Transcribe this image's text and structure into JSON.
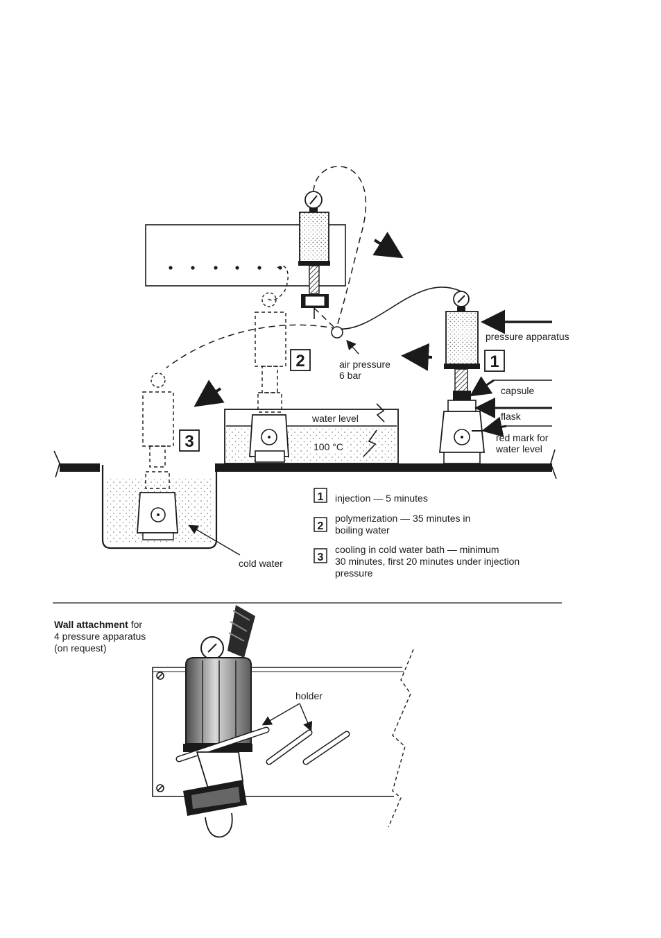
{
  "diagram": {
    "labels": {
      "pressure_apparatus": "pressure apparatus",
      "capsule": "capsule",
      "flask": "flask",
      "red_mark_line1": "red mark for",
      "red_mark_line2": "water level",
      "air_pressure_line1": "air pressure",
      "air_pressure_line2": "6 bar",
      "water_level": "water level",
      "temperature": "100 °C",
      "cold_water": "cold water"
    },
    "step_badges": [
      "1",
      "2",
      "3"
    ],
    "legend": [
      {
        "num": "1",
        "lines": [
          "injection — 5 minutes"
        ]
      },
      {
        "num": "2",
        "lines": [
          "polymerization — 35 minutes in",
          "boiling water"
        ]
      },
      {
        "num": "3",
        "lines": [
          "cooling in cold water bath — minimum",
          "30 minutes, first 20 minutes under injection",
          "pressure"
        ]
      }
    ]
  },
  "wall_attachment": {
    "title_bold": "Wall attachment",
    "title_rest": " for",
    "line2": "4 pressure apparatus",
    "line3": "(on request)",
    "holder_label": "holder"
  }
}
